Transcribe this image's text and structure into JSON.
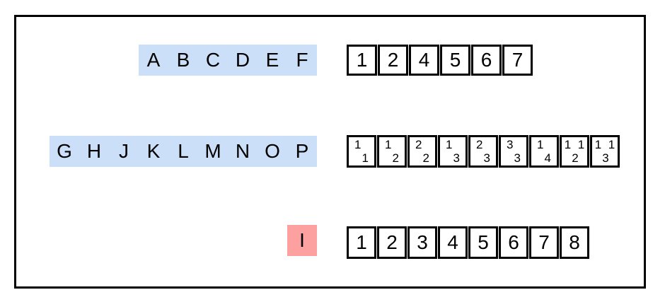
{
  "figure": {
    "background": "#ffffff"
  },
  "colors": {
    "highlight_blue": "#cbe0f8",
    "highlight_pink": "#fda0a0",
    "frame_border": "#000000",
    "box_border": "#000000",
    "box_background": "#ffffff",
    "text": "#000000"
  },
  "rows": [
    {
      "id": "row-1",
      "highlight": "blue",
      "letters": [
        "A",
        "B",
        "C",
        "D",
        "E",
        "F"
      ],
      "boxes": [
        {
          "segments": [
            {
              "style": "plain",
              "text": "1"
            }
          ]
        },
        {
          "segments": [
            {
              "style": "plain",
              "text": "2"
            }
          ]
        },
        {
          "segments": [
            {
              "style": "plain",
              "text": "4"
            }
          ]
        },
        {
          "segments": [
            {
              "style": "plain",
              "text": "5"
            }
          ]
        },
        {
          "segments": [
            {
              "style": "plain",
              "text": "6"
            }
          ]
        },
        {
          "segments": [
            {
              "style": "plain",
              "text": "7"
            }
          ]
        }
      ]
    },
    {
      "id": "row-2",
      "highlight": "blue",
      "letters": [
        "G",
        "H",
        "J",
        "K",
        "L",
        "M",
        "N",
        "O",
        "P"
      ],
      "boxes": [
        {
          "segments": [
            {
              "style": "sup",
              "text": "1"
            },
            {
              "style": "sub",
              "text": "1"
            }
          ]
        },
        {
          "segments": [
            {
              "style": "sup",
              "text": "1"
            },
            {
              "style": "sub",
              "text": "2"
            }
          ]
        },
        {
          "segments": [
            {
              "style": "sup",
              "text": "2"
            },
            {
              "style": "sub",
              "text": "2"
            }
          ]
        },
        {
          "segments": [
            {
              "style": "sup",
              "text": "1"
            },
            {
              "style": "sub",
              "text": "3"
            }
          ]
        },
        {
          "segments": [
            {
              "style": "sup",
              "text": "2"
            },
            {
              "style": "sub",
              "text": "3"
            }
          ]
        },
        {
          "segments": [
            {
              "style": "sup",
              "text": "3"
            },
            {
              "style": "sub",
              "text": "3"
            }
          ]
        },
        {
          "segments": [
            {
              "style": "sup",
              "text": "1"
            },
            {
              "style": "sub",
              "text": "4"
            }
          ]
        },
        {
          "segments": [
            {
              "style": "sup",
              "text": "1"
            },
            {
              "style": "sub",
              "text": "2"
            },
            {
              "style": "sup",
              "text": "1"
            }
          ]
        },
        {
          "segments": [
            {
              "style": "sup",
              "text": "1"
            },
            {
              "style": "sub",
              "text": "3"
            },
            {
              "style": "sup",
              "text": "1"
            }
          ]
        }
      ]
    },
    {
      "id": "row-3",
      "highlight": "pink",
      "letters": [
        "I"
      ],
      "boxes": [
        {
          "segments": [
            {
              "style": "plain",
              "text": "1"
            }
          ]
        },
        {
          "segments": [
            {
              "style": "plain",
              "text": "2"
            }
          ]
        },
        {
          "segments": [
            {
              "style": "plain",
              "text": "3"
            }
          ]
        },
        {
          "segments": [
            {
              "style": "plain",
              "text": "4"
            }
          ]
        },
        {
          "segments": [
            {
              "style": "plain",
              "text": "5"
            }
          ]
        },
        {
          "segments": [
            {
              "style": "plain",
              "text": "6"
            }
          ]
        },
        {
          "segments": [
            {
              "style": "plain",
              "text": "7"
            }
          ]
        },
        {
          "segments": [
            {
              "style": "plain",
              "text": "8"
            }
          ]
        }
      ]
    }
  ]
}
